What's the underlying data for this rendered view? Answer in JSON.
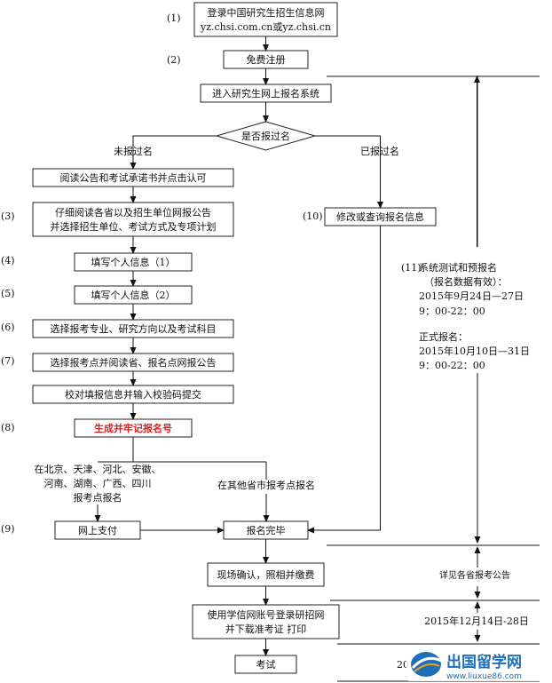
{
  "steps": {
    "s1": "(1)",
    "s2": "(2)",
    "s3": "(3)",
    "s4": "(4)",
    "s5": "(5)",
    "s6": "(6)",
    "s7": "(7)",
    "s8": "(8)",
    "s9": "(9)",
    "s10": "(10)",
    "s11": "(11)"
  },
  "boxes": {
    "login_line1": "登录中国研究生招生信息网",
    "login_line2": "yz.chsi.com.cn或yz.chsi.cn",
    "register": "免费注册",
    "enter_system": "进入研究生网上报名系统",
    "decision": "是否报过名",
    "read_notice": "阅读公告和考试承诺书并点击认可",
    "read_detail_line1": "仔细阅读各省以及招生单位网报公告",
    "read_detail_line2": "并选择招生单位、考试方式及专项计划",
    "info1": "填写个人信息（1）",
    "info2": "填写个人信息（2）",
    "select_major": "选择报考专业、研究方向以及考试科目",
    "select_site": "选择报考点并阅读省、报名点网报公告",
    "verify": "校对填报信息并输入校验码提交",
    "gen_number": "生成并牢记报名号",
    "pay": "网上支付",
    "done": "报名完毕",
    "confirm": "现场确认，照相并缴费",
    "download_line1": "使用学信网账号登录研招网",
    "download_line2": "并下载准考证 打印",
    "exam": "考试",
    "modify": "修改或查询报名信息"
  },
  "labels": {
    "not_registered": "未报过名",
    "registered": "已报过名",
    "provinces_line1": "在北京、天津、河北、安徽、",
    "provinces_line2": "河南、湖南、广西、四川",
    "provinces_line3": "报考点报名",
    "other_provinces": "在其他省市报考点报名",
    "test_line1": "系统测试和预报名",
    "test_line2": "（报名数据有效）：",
    "test_line3": "2015年9月24日—27日",
    "test_line4": "9：00-22：00",
    "formal_line1": "正式报名：",
    "formal_line2": "2015年10月10日—31日",
    "formal_line3": "9：00-22：00",
    "see_notice": "详见各省报考公告",
    "download_date": "2015年12月14日-28日",
    "exam_date_partial": "20"
  },
  "watermark": {
    "text": "出国留学网",
    "url": "www.liuxue86.com",
    "colors": {
      "blue": "#1f6fb8",
      "orange": "#f0a020"
    }
  }
}
